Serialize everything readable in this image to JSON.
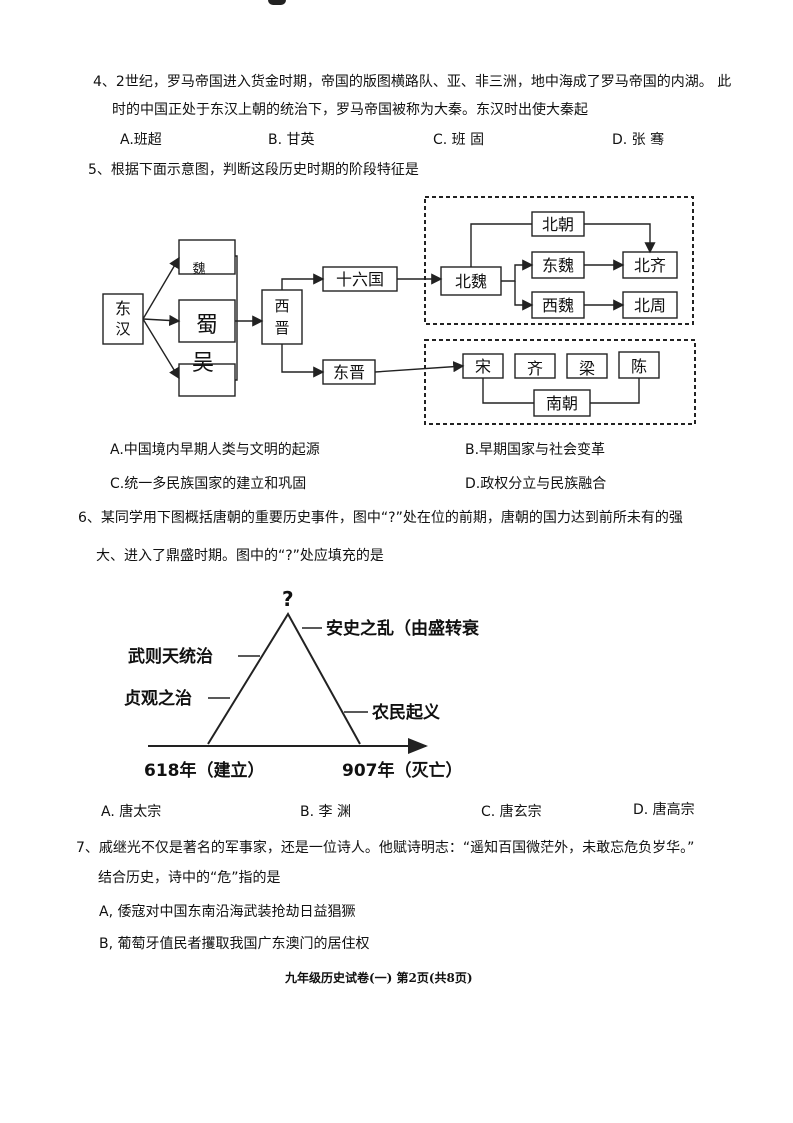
{
  "questions": {
    "q4": {
      "line1": "4、2世纪，罗马帝国进入货金时期，帝国的版图横路队、亚、非三洲，地中海成了罗马帝国的内湖。 此",
      "line2": "时的中国正处于东汉上朝的统治下，罗马帝国被称为大秦。东汉时出使大秦起",
      "options": [
        "A.班超",
        "B.  甘英",
        "C.  班 固",
        "D.   张 骞"
      ]
    },
    "q5": {
      "stem": "5、根据下面示意图，判断这段历史时期的阶段特征是",
      "options": [
        "A.中国境内早期人类与文明的起源",
        "B.早期国家与社会变革",
        "C.统一多民族国家的建立和巩固",
        "D.政权分立与民族融合"
      ],
      "diagram": {
        "donghan": "东汉",
        "wei": "魏",
        "shu": "蜀",
        "wu": "吴",
        "xijin": "西晋",
        "shiliuguo": "十六国",
        "dongjin": "东晋",
        "beiwei": "北魏",
        "beichao": "北朝",
        "dongwei": "东魏",
        "xiwei": "西魏",
        "beiqi": "北齐",
        "beizhou": "北周",
        "song": "宋",
        "qi": "齐",
        "liang": "梁",
        "chen": "陈",
        "nanchao": "南朝"
      }
    },
    "q6": {
      "line1": "6、某同学用下图概括唐朝的重要历史事件，图中“?”处在位的前期，唐朝的国力达到前所未有的强",
      "line2": "大、进入了鼎盛时期。图中的“?”处应填充的是",
      "options": [
        "A.  唐太宗",
        "B.  李  渊",
        "C.  唐玄宗",
        "D.  唐高宗"
      ],
      "diagram": {
        "top": "?",
        "wuzetian": "武则天统治",
        "zhenguan": "贞观之治",
        "anshi": "安史之乱（由盛转衰",
        "nongmin": "农民起义",
        "start": "618年（建立）",
        "end": "907年（灭亡）"
      }
    },
    "q7": {
      "line1": "7、戚继光不仅是著名的军事家，还是一位诗人。他赋诗明志：“遥知百国微茫外，未敢忘危负岁华。”",
      "line2": "结合历史，诗中的“危”指的是",
      "options": [
        "A,  倭寇对中国东南沿海武装抢劫日益猖獗",
        "B,  葡萄牙值民者攫取我国广东澳门的居住权"
      ]
    }
  },
  "footer": "九年级历史试卷(一)    第2页(共8页)"
}
